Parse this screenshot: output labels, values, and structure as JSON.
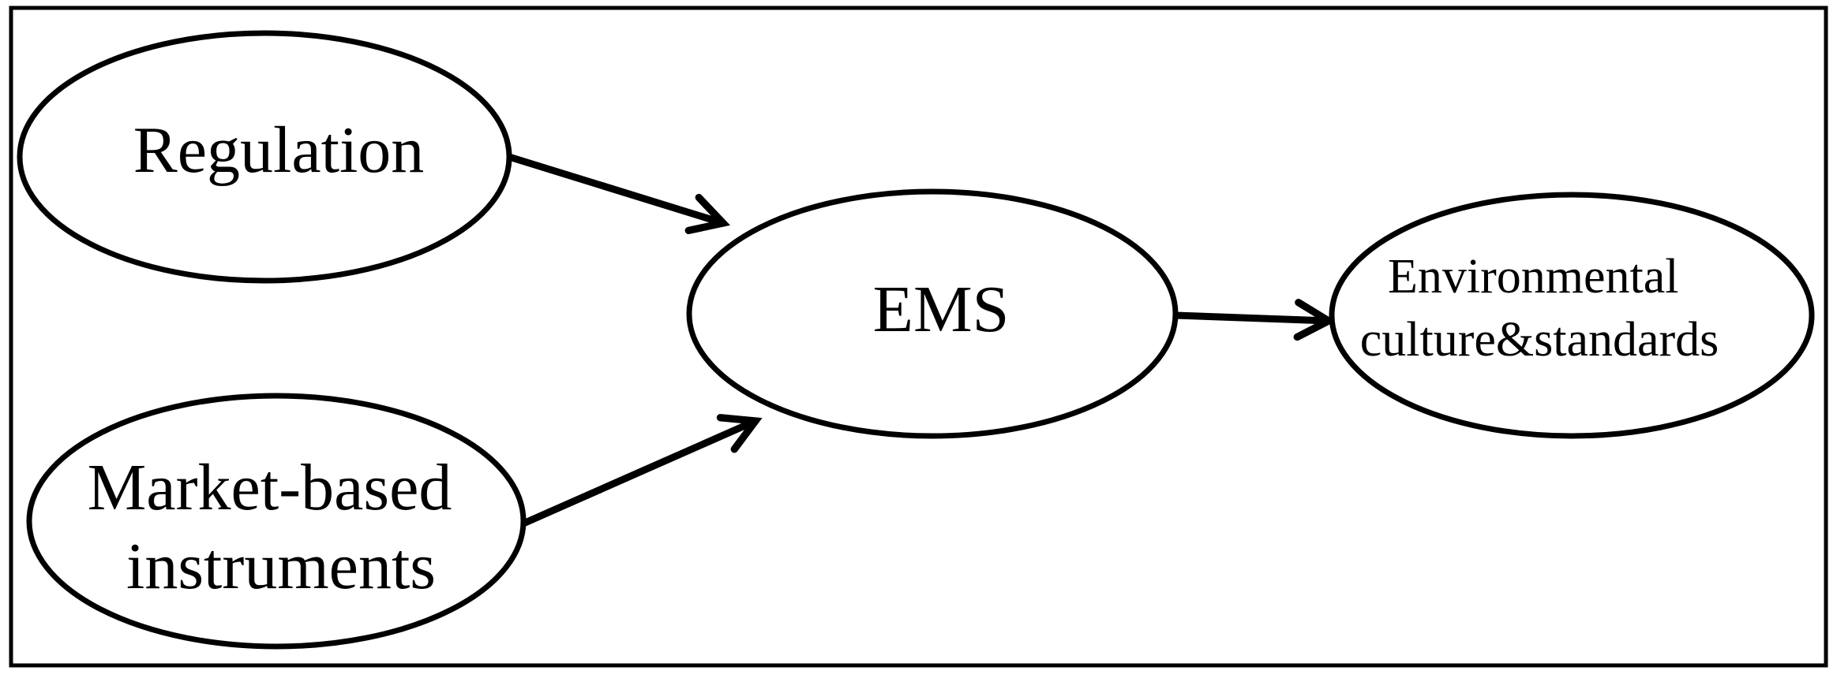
{
  "diagram": {
    "title": "EMS conceptual model",
    "background_color": "#ffffff",
    "stroke_color": "#000000",
    "nodes": [
      {
        "id": "regulation",
        "shape": "ellipse",
        "label": "Regulation"
      },
      {
        "id": "market-based-instruments",
        "shape": "ellipse",
        "label": "Market-based instruments",
        "label_line1": "Market-based",
        "label_line2": "instruments"
      },
      {
        "id": "ems",
        "shape": "ellipse",
        "label": "EMS"
      },
      {
        "id": "environmental-culture-standards",
        "shape": "ellipse",
        "label": "Environmental culture&standards",
        "label_line1": "Environmental",
        "label_line2": "culture&standards"
      }
    ],
    "edges": [
      {
        "from": "Regulation",
        "to": "EMS",
        "style": "arrow"
      },
      {
        "from": "Market-based instruments",
        "to": "EMS",
        "style": "arrow"
      },
      {
        "from": "EMS",
        "to": "Environmental culture&standards",
        "style": "arrow"
      }
    ]
  }
}
